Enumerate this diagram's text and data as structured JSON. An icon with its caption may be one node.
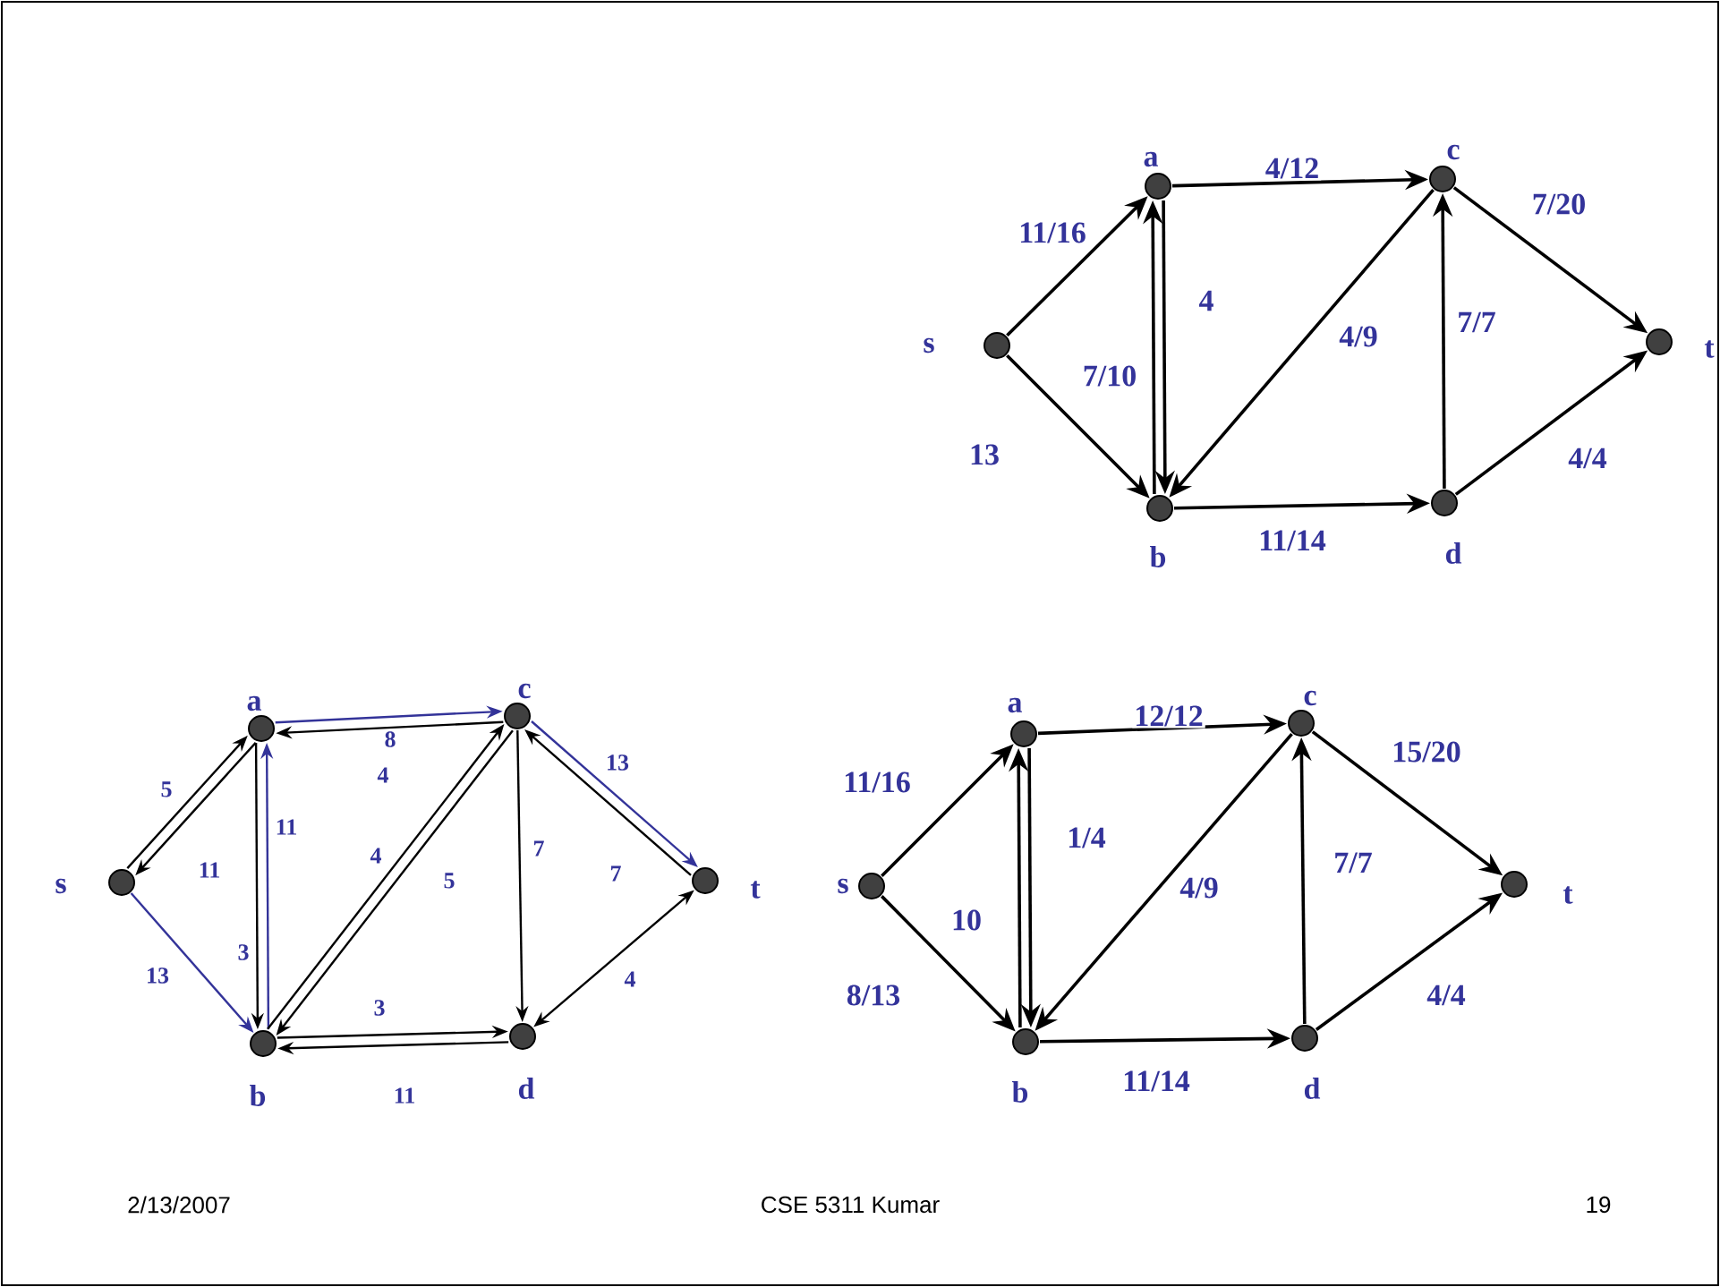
{
  "diagram": {
    "nodes": [
      {
        "text": [],
        "shape": "circle",
        "beside": [
          "s"
        ]
      },
      {
        "text": [],
        "shape": "circle",
        "beside": [
          "a"
        ]
      },
      {
        "text": [],
        "shape": "circle",
        "beside": [
          "c"
        ]
      },
      {
        "text": [],
        "shape": "circle",
        "beside": [
          "t"
        ]
      },
      {
        "text": [],
        "shape": "circle",
        "beside": [
          "b"
        ]
      },
      {
        "text": [],
        "shape": "circle",
        "beside": [
          "d"
        ]
      },
      {
        "text": [],
        "shape": "circle",
        "beside": [
          "s"
        ]
      },
      {
        "text": [],
        "shape": "circle",
        "beside": [
          "a"
        ]
      },
      {
        "text": [],
        "shape": "circle",
        "beside": [
          "c"
        ]
      },
      {
        "text": [],
        "shape": "circle",
        "beside": [
          "t"
        ]
      },
      {
        "text": [],
        "shape": "circle",
        "beside": [
          "b"
        ]
      },
      {
        "text": [],
        "shape": "circle",
        "beside": [
          "d"
        ]
      },
      {
        "text": [],
        "shape": "circle",
        "beside": [
          "s"
        ]
      },
      {
        "text": [],
        "shape": "circle",
        "beside": [
          "a"
        ]
      },
      {
        "text": [],
        "shape": "circle",
        "beside": [
          "c"
        ]
      },
      {
        "text": [],
        "shape": "circle",
        "beside": [
          "t"
        ]
      },
      {
        "text": [],
        "shape": "circle",
        "beside": [
          "b"
        ]
      },
      {
        "text": [],
        "shape": "circle",
        "beside": [
          "d"
        ]
      }
    ],
    "edges": [
      {
        "from": 0,
        "to": 1,
        "arrow": "to",
        "label": "11/16"
      },
      {
        "from": 0,
        "to": 4,
        "arrow": "to",
        "label": "13"
      },
      {
        "from": 1,
        "to": 2,
        "arrow": "to",
        "label": "4/12"
      },
      {
        "from": 1,
        "to": 4,
        "arrow": "to",
        "label": "7/10"
      },
      {
        "from": 4,
        "to": 1,
        "arrow": "to",
        "label": "4"
      },
      {
        "from": 2,
        "to": 4,
        "arrow": "to",
        "label": "4/9"
      },
      {
        "from": 4,
        "to": 5,
        "arrow": "to",
        "label": "11/14"
      },
      {
        "from": 5,
        "to": 2,
        "arrow": "to",
        "label": "7/7"
      },
      {
        "from": 2,
        "to": 3,
        "arrow": "to",
        "label": "7/20"
      },
      {
        "from": 5,
        "to": 3,
        "arrow": "to",
        "label": "4/4"
      },
      {
        "from": 6,
        "to": 7,
        "arrow": "to",
        "label": "5"
      },
      {
        "from": 7,
        "to": 6,
        "arrow": "to",
        "label": "11"
      },
      {
        "from": 6,
        "to": 10,
        "arrow": "to",
        "label": "13",
        "color": "#333399"
      },
      {
        "from": 7,
        "to": 10,
        "arrow": "to",
        "label": "3"
      },
      {
        "from": 10,
        "to": 7,
        "arrow": "to",
        "label": "11",
        "color": "#333399"
      },
      {
        "from": 7,
        "to": 8,
        "arrow": "to",
        "label": "8",
        "color": "#333399"
      },
      {
        "from": 8,
        "to": 7,
        "arrow": "to",
        "label": "4"
      },
      {
        "from": 10,
        "to": 8,
        "arrow": "to",
        "label": "4"
      },
      {
        "from": 8,
        "to": 10,
        "arrow": "to",
        "label": "5"
      },
      {
        "from": 8,
        "to": 11,
        "arrow": "to",
        "label": "7"
      },
      {
        "from": 9,
        "to": 8,
        "arrow": "to",
        "label": "7"
      },
      {
        "from": 8,
        "to": 9,
        "arrow": "to",
        "label": "13",
        "color": "#333399"
      },
      {
        "from": 10,
        "to": 11,
        "arrow": "to",
        "label": "3"
      },
      {
        "from": 11,
        "to": 10,
        "arrow": "to",
        "label": "11"
      },
      {
        "from": 11,
        "to": 9,
        "arrow": "both",
        "label": "4"
      },
      {
        "from": 12,
        "to": 13,
        "arrow": "to",
        "label": "11/16"
      },
      {
        "from": 12,
        "to": 16,
        "arrow": "to",
        "label": "8/13"
      },
      {
        "from": 13,
        "to": 14,
        "arrow": "to",
        "label": "12/12"
      },
      {
        "from": 13,
        "to": 16,
        "arrow": "to",
        "label": "10"
      },
      {
        "from": 16,
        "to": 13,
        "arrow": "to",
        "label": "1/4"
      },
      {
        "from": 14,
        "to": 16,
        "arrow": "to",
        "label": "4/9"
      },
      {
        "from": 16,
        "to": 17,
        "arrow": "to",
        "label": "11/14"
      },
      {
        "from": 17,
        "to": 14,
        "arrow": "to",
        "label": "7/7"
      },
      {
        "from": 14,
        "to": 15,
        "arrow": "to",
        "label": "15/20"
      },
      {
        "from": 17,
        "to": 15,
        "arrow": "to",
        "label": "4/4"
      }
    ],
    "labels": [
      "2/13/2007",
      "CSE 5311 Kumar",
      "19"
    ]
  }
}
